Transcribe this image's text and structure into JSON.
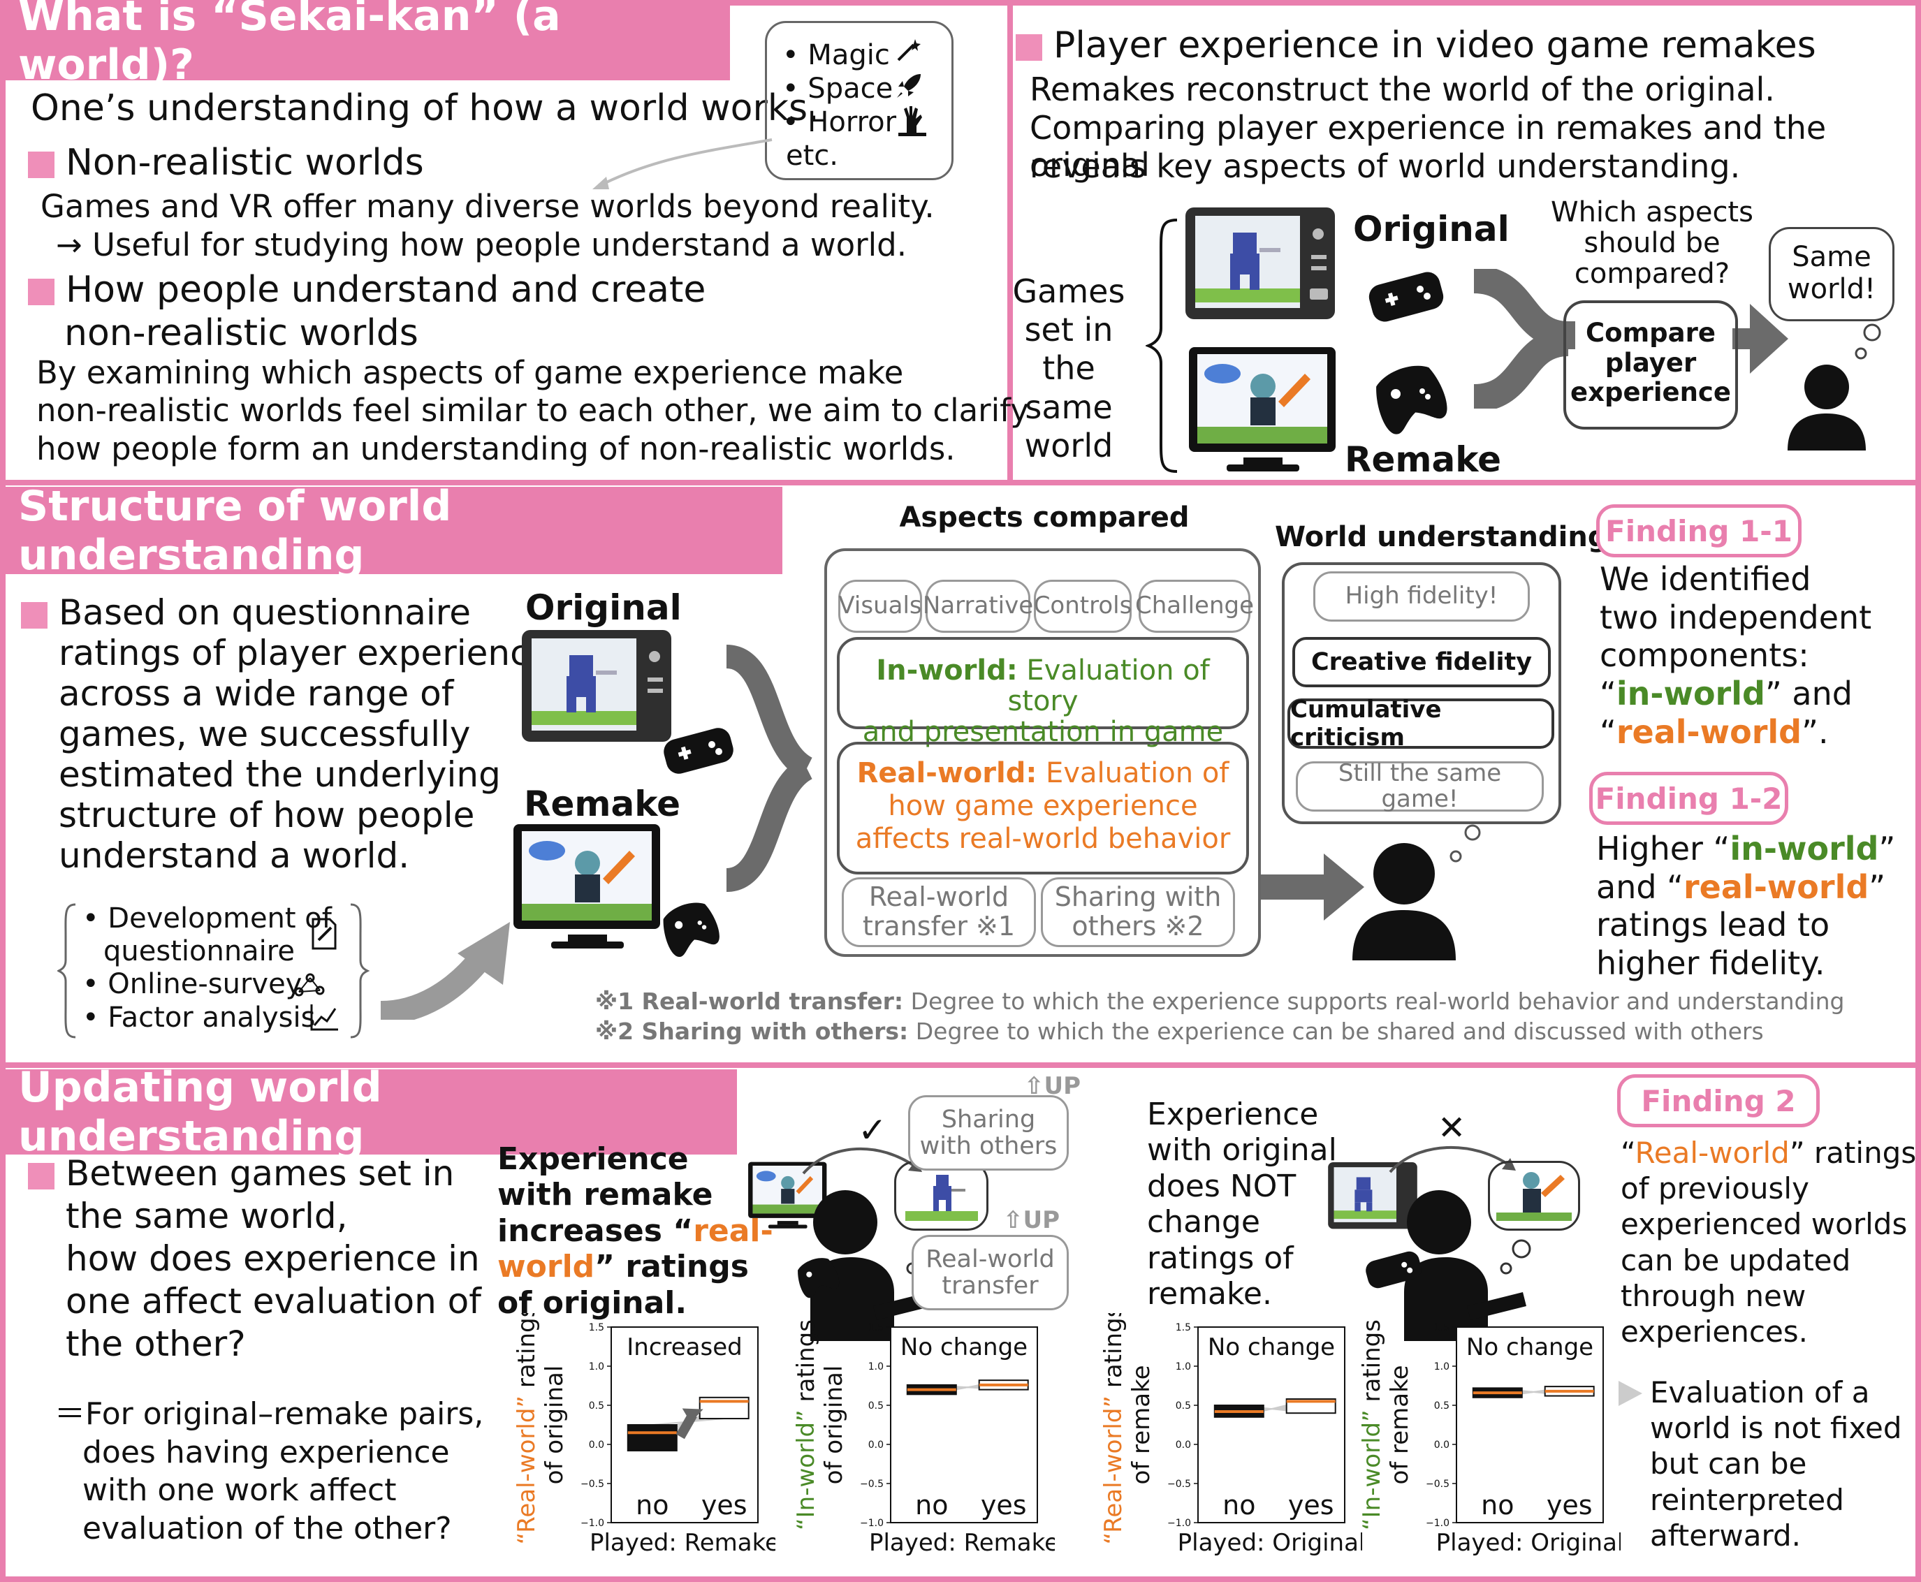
{
  "colors": {
    "accent": "#e97fae",
    "green": "#4a8a27",
    "orange": "#ea7a25",
    "gray": "#777777"
  },
  "section1": {
    "title": "What is “Sekai-kan” (a world)?",
    "definition": "One’s understanding of how a world works.",
    "nonrealistic_heading": "Non-realistic worlds",
    "nonrealistic_body_1": "Games and VR offer many diverse worlds beyond reality.",
    "nonrealistic_body_2": "→ Useful for studying how people understand a world.",
    "how_heading_1": "How people understand and create",
    "how_heading_2": "non-realistic worlds",
    "how_body_1": "By examining which aspects of game experience make",
    "how_body_2": "non-realistic worlds feel similar to each other, we aim to clarify",
    "how_body_3": "how people form an understanding of non-realistic worlds.",
    "genres": [
      "• Magic",
      "• Space",
      "• Horror",
      "etc."
    ],
    "genre_icons": [
      "magic-wand-icon",
      "rocket-icon",
      "zombie-hand-icon"
    ]
  },
  "remakes": {
    "heading": "Player experience in video game remakes",
    "body_1": "Remakes reconstruct the world of the original.",
    "body_2": "Comparing player experience in remakes and the original",
    "body_3": "reveals key aspects of world understanding.",
    "games_label": [
      "Games",
      "set in",
      "the same",
      "world"
    ],
    "original_label": "Original",
    "remake_label": "Remake",
    "question": [
      "Which aspects",
      "should be",
      "compared?"
    ],
    "compare_box": [
      "Compare",
      "player",
      "experience"
    ],
    "same_world": [
      "Same",
      "world!"
    ]
  },
  "section2": {
    "title": "Structure of world understanding",
    "body": [
      "Based on questionnaire",
      "ratings of player experience",
      "across a wide range of",
      "games, we successfully",
      "estimated the underlying",
      "structure of how people",
      "understand a world."
    ],
    "methods": [
      "• Development of",
      "questionnaire",
      "• Online-survey",
      "• Factor analysis"
    ],
    "original_label": "Original",
    "remake_label": "Remake",
    "aspects_title": "Aspects compared",
    "aspect_tags_top": [
      "Visuals",
      "Narrative",
      "Controls",
      "Challenge"
    ],
    "inworld_bold": "In-world:",
    "inworld_text_1": " Evaluation of story",
    "inworld_text_2": "and presentation in game",
    "realworld_bold": "Real-world:",
    "realworld_text_1": " Evaluation of",
    "realworld_text_2": "how game experience",
    "realworld_text_3": "affects real-world behavior",
    "aspect_tags_bottom": [
      [
        "Real-world",
        "transfer ※1"
      ],
      [
        "Sharing with",
        "others ※2"
      ]
    ],
    "wu_title": "World understanding",
    "wu_items": [
      "High fidelity!",
      "Creative fidelity",
      "Cumulative criticism",
      "Still the same game!"
    ],
    "note1_bold": "※1 Real-world transfer:",
    "note1_text": " Degree to which the experience supports real-world behavior and understanding",
    "note2_bold": "※2 Sharing with others:",
    "note2_text": " Degree to which the experience can be shared and discussed with others",
    "finding11_label": "Finding 1-1",
    "finding11_lines": [
      "We identified",
      "two independent",
      "components:"
    ],
    "finding11_q1": "“",
    "finding11_in": "in-world",
    "finding11_and": "” and",
    "finding11_q2": "“",
    "finding11_real": "real-world",
    "finding11_end": "”.",
    "finding12_label": "Finding 1-2",
    "finding12_pre": "Higher “",
    "finding12_in": "in-world",
    "finding12_post": "”",
    "finding12_and": "and “",
    "finding12_real": "real-world",
    "finding12_post2": "”",
    "finding12_lines": [
      "ratings lead to",
      "higher fidelity."
    ]
  },
  "section3": {
    "title": "Updating world understanding",
    "question": [
      "Between games set in",
      "the same world,",
      "how does experience in",
      "one affect evaluation of",
      "the other?"
    ],
    "eq": [
      "＝For original–remake pairs,",
      "does having experience",
      "with one work affect",
      "evaluation of the other?"
    ],
    "remake_exp_1": "Experience",
    "remake_exp_2": "with remake",
    "remake_exp_3a": "increases “",
    "remake_exp_3b": "real-",
    "remake_exp_4a": "world",
    "remake_exp_4b": "” ratings",
    "remake_exp_5": "of original.",
    "check": "✓",
    "cross": "✕",
    "up": "⇧UP",
    "bubble_sharing": [
      "Sharing",
      "with others"
    ],
    "bubble_transfer": [
      "Real-world",
      "transfer"
    ],
    "orig_exp": [
      "Experience",
      "with original",
      "does NOT",
      "change",
      "ratings of",
      "remake."
    ],
    "finding2_label": "Finding 2",
    "finding2_q": "“",
    "finding2_real": "Real-world",
    "finding2_tail": "” ratings",
    "finding2_lines": [
      "of previously",
      "experienced worlds",
      "can be updated",
      "through new",
      "experiences."
    ],
    "finding2_note": [
      "Evaluation of a",
      "world is not fixed",
      "but can be",
      "reinterpreted",
      "afterward."
    ]
  },
  "chart_data": [
    {
      "type": "box",
      "title": "Increased",
      "ylabel_colored": "“Real-world”",
      "ylabel_rest": " ratings",
      "ylabel_2": "of original",
      "categories": [
        "no",
        "yes"
      ],
      "xlabel": "Played: Remake",
      "ylim": [
        -1.0,
        1.5
      ],
      "yticks": [
        "1.5",
        "1.0",
        "0.5",
        "0.0",
        "−0.5",
        "−1.0"
      ],
      "boxes": [
        {
          "q1": -0.08,
          "median": 0.15,
          "q3": 0.25
        },
        {
          "q1": 0.33,
          "median": 0.55,
          "q3": 0.6
        }
      ],
      "color": "orange"
    },
    {
      "type": "box",
      "title": "No change",
      "ylabel_colored": "“In-world”",
      "ylabel_rest": " ratings",
      "ylabel_2": "of original",
      "categories": [
        "no",
        "yes"
      ],
      "xlabel": "Played: Remake",
      "ylim": [
        -1.0,
        1.5
      ],
      "yticks": [
        "1.5",
        "1.0",
        "0.5",
        "0.0",
        "−0.5",
        "−1.0"
      ],
      "boxes": [
        {
          "q1": 0.64,
          "median": 0.7,
          "q3": 0.76
        },
        {
          "q1": 0.7,
          "median": 0.76,
          "q3": 0.82
        }
      ],
      "color": "green"
    },
    {
      "type": "box",
      "title": "No change",
      "ylabel_colored": "“Real-world”",
      "ylabel_rest": " ratings",
      "ylabel_2": "of remake",
      "categories": [
        "no",
        "yes"
      ],
      "xlabel": "Played: Original",
      "ylim": [
        -1.0,
        1.5
      ],
      "yticks": [
        "1.5",
        "1.0",
        "0.5",
        "0.0",
        "−0.5",
        "−1.0"
      ],
      "boxes": [
        {
          "q1": 0.35,
          "median": 0.42,
          "q3": 0.5
        },
        {
          "q1": 0.4,
          "median": 0.55,
          "q3": 0.58
        }
      ],
      "color": "orange"
    },
    {
      "type": "box",
      "title": "No change",
      "ylabel_colored": "“In-world”",
      "ylabel_rest": " ratings",
      "ylabel_2": "of remake",
      "categories": [
        "no",
        "yes"
      ],
      "xlabel": "Played: Original",
      "ylim": [
        -1.0,
        1.5
      ],
      "yticks": [
        "1.5",
        "1.0",
        "0.5",
        "0.0",
        "−0.5",
        "−1.0"
      ],
      "boxes": [
        {
          "q1": 0.6,
          "median": 0.66,
          "q3": 0.72
        },
        {
          "q1": 0.62,
          "median": 0.68,
          "q3": 0.74
        }
      ],
      "color": "green"
    }
  ]
}
